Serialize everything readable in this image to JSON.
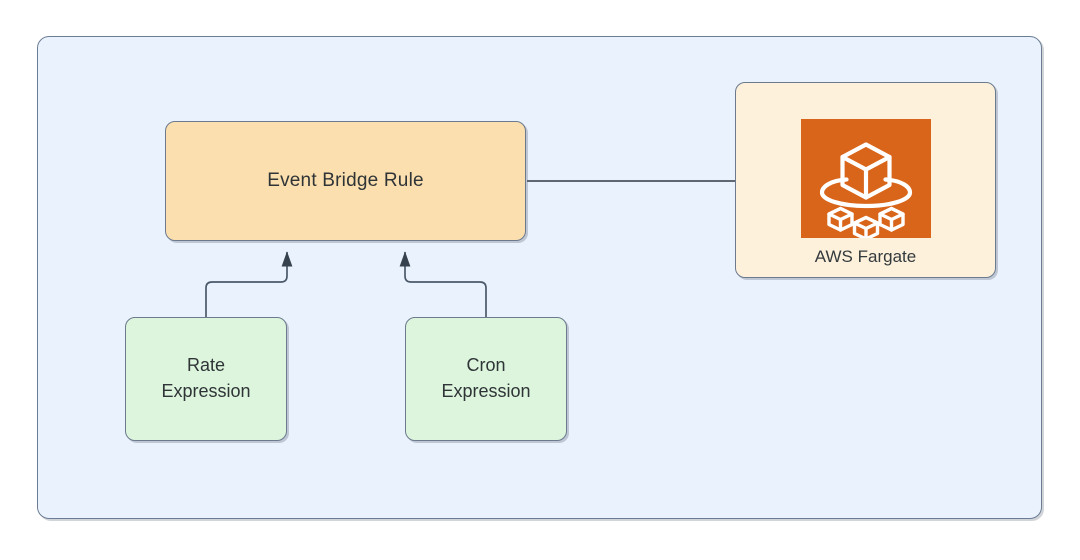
{
  "diagram": {
    "type": "architecture-flow-diagram",
    "container": {
      "label": "",
      "fill": "#eaf2fd",
      "stroke": "#6c7d93"
    },
    "nodes": [
      {
        "id": "event-bridge-rule",
        "label": "Event Bridge Rule",
        "shape": "rounded-rectangle",
        "fill": "#fcdfae",
        "stroke": "#6b7a8f"
      },
      {
        "id": "rate-expression",
        "label": "Rate Expression",
        "label_line1": "Rate",
        "label_line2": "Expression",
        "shape": "rounded-rectangle",
        "fill": "#ddf5dd",
        "stroke": "#6b7a8f"
      },
      {
        "id": "cron-expression",
        "label": "Cron Expression",
        "label_line1": "Cron",
        "label_line2": "Expression",
        "shape": "rounded-rectangle",
        "fill": "#ddf5dd",
        "stroke": "#6b7a8f"
      },
      {
        "id": "aws-fargate",
        "label": "AWS Fargate",
        "shape": "service-card",
        "fill": "#fdf1dc",
        "stroke": "#6b7a8f",
        "icon": "aws-fargate-icon",
        "icon_fill": "#d9651a",
        "icon_glyph": "#ffffff"
      }
    ],
    "edges": [
      {
        "id": "edge-eventbridge-to-fargate",
        "from": "event-bridge-rule",
        "to": "aws-fargate",
        "style": "straight-arrow",
        "stroke": "#2f3b48"
      },
      {
        "id": "edge-rate-to-eventbridge",
        "from": "rate-expression",
        "to": "event-bridge-rule",
        "style": "elbow-arrow",
        "stroke": "#4b5a6b"
      },
      {
        "id": "edge-cron-to-eventbridge",
        "from": "cron-expression",
        "to": "event-bridge-rule",
        "style": "elbow-arrow",
        "stroke": "#4b5a6b"
      }
    ]
  }
}
